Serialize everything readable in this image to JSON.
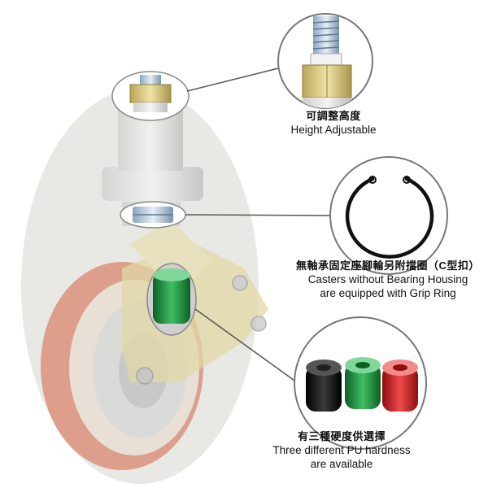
{
  "features": [
    {
      "id": "height",
      "title_zh": "可調整高度",
      "title_en": "Height Adjustable",
      "title_en_2": ""
    },
    {
      "id": "ring",
      "title_zh": "無軸承固定座腳輪另附擋圈（C型扣）",
      "title_en": "Casters without Bearing Housing",
      "title_en_2": "are equipped with Grip Ring"
    },
    {
      "id": "hardness",
      "title_zh": "有三種硬度供選擇",
      "title_en": "Three different PU hardness",
      "title_en_2": "are available"
    }
  ],
  "colors": {
    "background": "#ffffff",
    "pu_black": "#1a1a1a",
    "pu_green": "#1f8a3c",
    "pu_red": "#cc1f1f",
    "wheel_tread": "#d9826a",
    "metal_zinc": "#d8c98a"
  },
  "icons": {
    "callout_circle": "magnifier-circle-icon",
    "grip_ring": "c-ring-icon",
    "pu_rollers": "pu-roller-icon"
  }
}
